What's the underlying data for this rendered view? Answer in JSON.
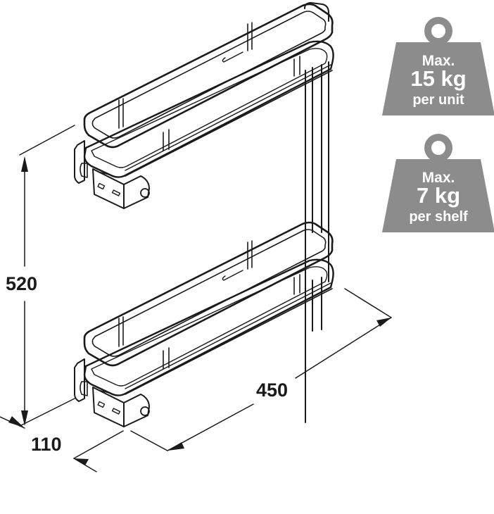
{
  "diagram": {
    "subject": "Two-tier pull-out cabinet basket",
    "line_color": "#1a1a1a",
    "badge_color": "#8c8c8c",
    "badge_text_color": "#ffffff"
  },
  "dimensions": {
    "height": "520",
    "depth": "450",
    "width": "110"
  },
  "badges": [
    {
      "line1": "Max.",
      "line2": "15 kg",
      "line3": "per unit"
    },
    {
      "line1": "Max.",
      "line2": "7 kg",
      "line3": "per shelf"
    }
  ]
}
